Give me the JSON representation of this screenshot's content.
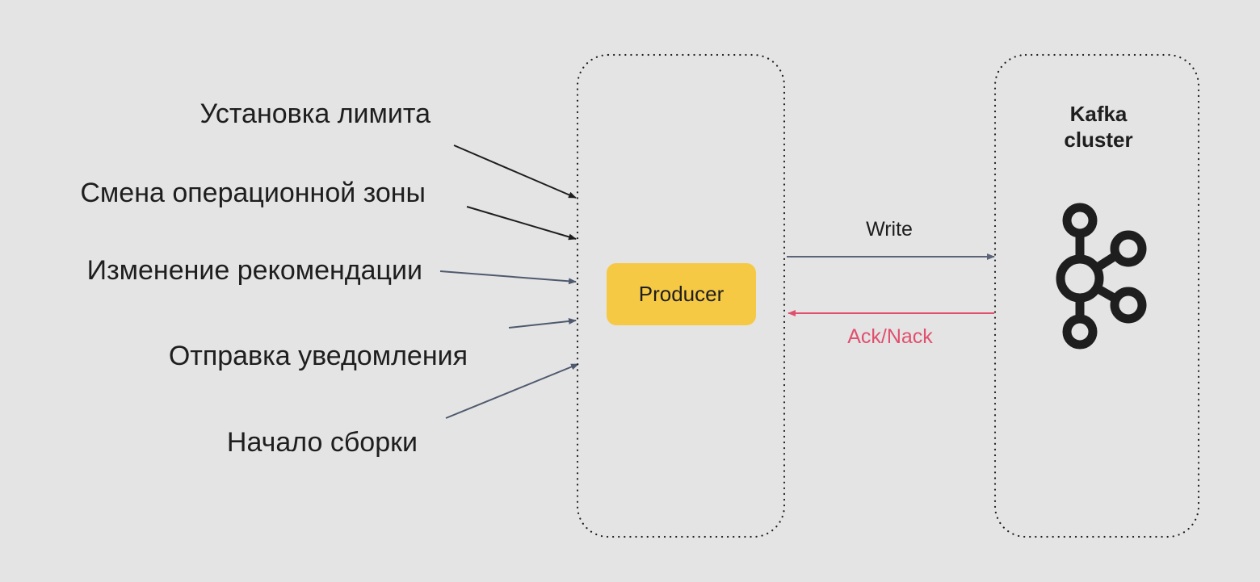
{
  "events": [
    {
      "label": "Установка лимита",
      "arrow_color": "#1e1e1e"
    },
    {
      "label": "Смена операционной зоны",
      "arrow_color": "#1e1e1e"
    },
    {
      "label": "Изменение рекомендации",
      "arrow_color": "#4f5a6e"
    },
    {
      "label": "Отправка уведомления",
      "arrow_color": "#4f5a6e"
    },
    {
      "label": "Начало сборки",
      "arrow_color": "#4f5a6e"
    }
  ],
  "producer": {
    "label": "Producer",
    "fill_color": "#f6c945"
  },
  "cluster": {
    "title_line1": "Kafka",
    "title_line2": "cluster",
    "icon": "kafka-logo-icon"
  },
  "write_arrow": {
    "label": "Write",
    "color": "#5b6579",
    "label_color": "#1e1e1e"
  },
  "ack_arrow": {
    "label": "Ack/Nack",
    "color": "#e0506e",
    "label_color": "#e0506e"
  }
}
